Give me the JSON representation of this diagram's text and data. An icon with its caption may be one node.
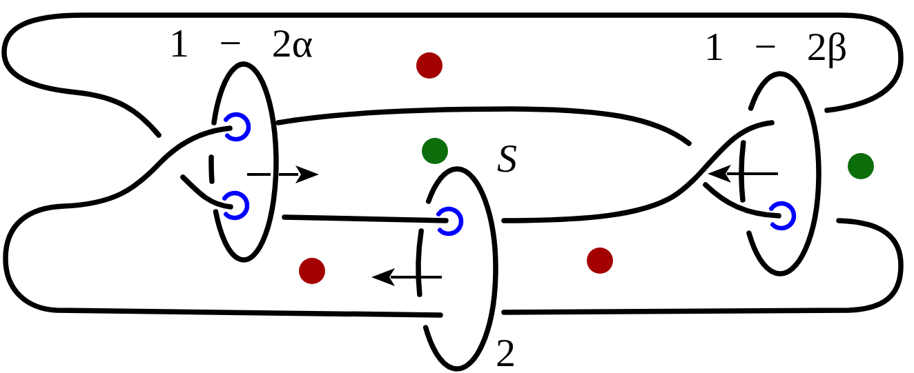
{
  "diagram": {
    "labels": [
      "1 − 2α",
      "1 − 2β",
      "S",
      "2"
    ]
  }
}
